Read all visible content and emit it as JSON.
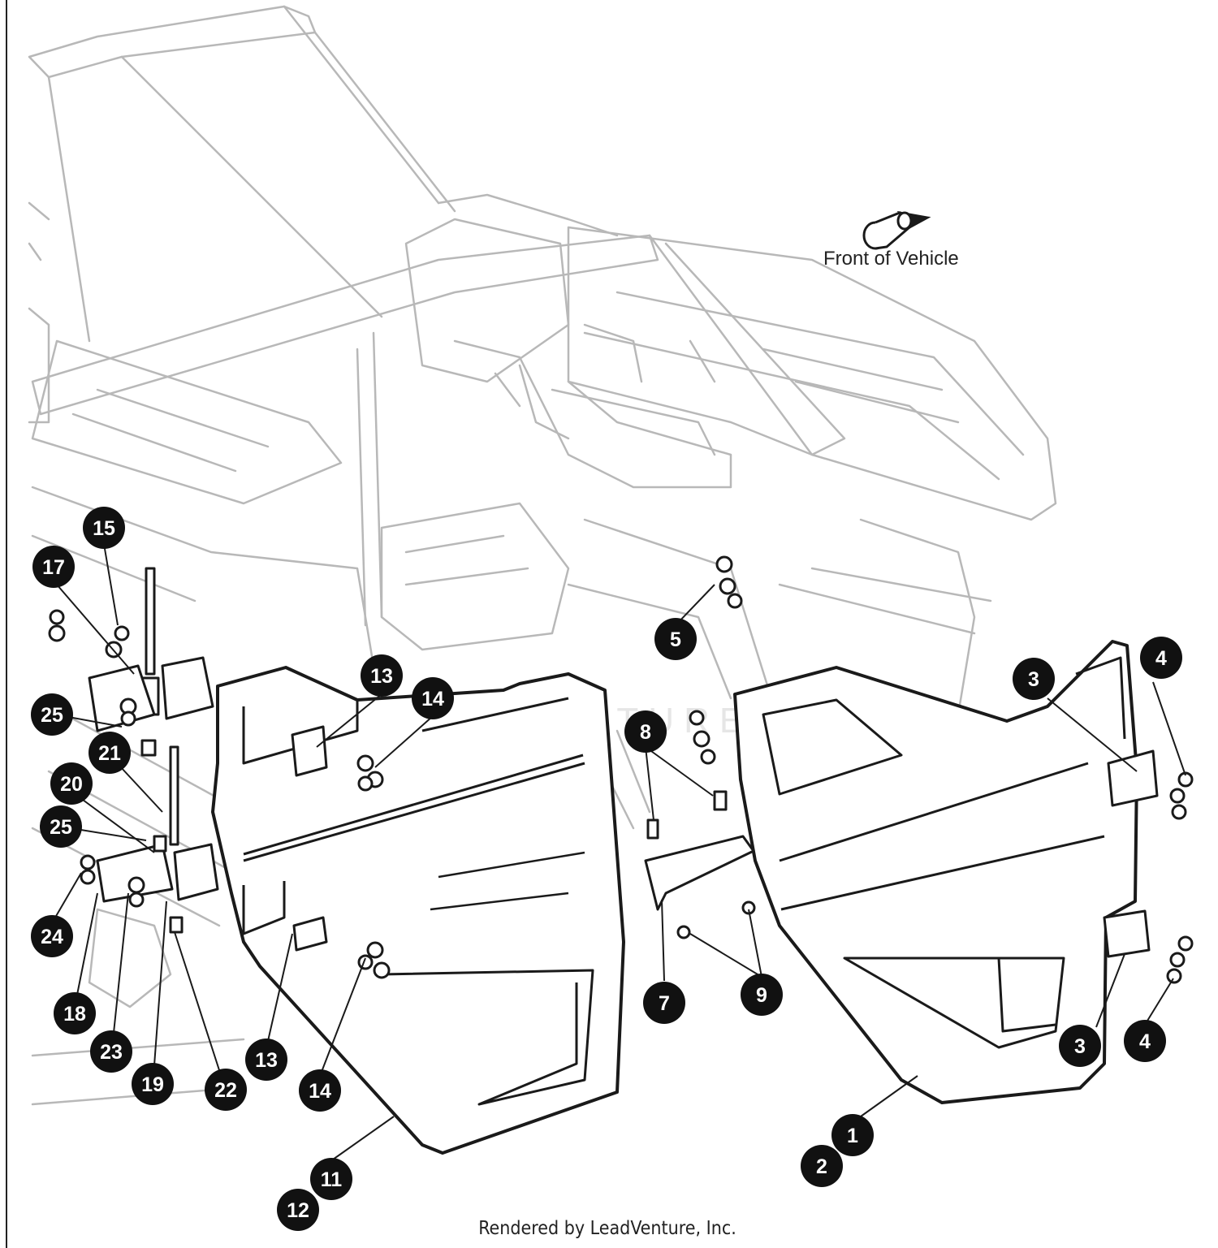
{
  "diagram": {
    "orientation_label": "Front of Vehicle",
    "credit": "Rendered by LeadVenture, Inc.",
    "watermark": "LEADVENTURE",
    "colors": {
      "line": "#1a1a1a",
      "background_linework": "#b8b8b8",
      "callout_fill": "#111111",
      "callout_text": "#ffffff"
    }
  },
  "callouts": [
    "15",
    "17",
    "25",
    "21",
    "20",
    "25",
    "24",
    "18",
    "23",
    "19",
    "22",
    "13",
    "14",
    "13",
    "14",
    "11",
    "12",
    "5",
    "8",
    "7",
    "9",
    "3",
    "4",
    "3",
    "4",
    "1",
    "2"
  ]
}
